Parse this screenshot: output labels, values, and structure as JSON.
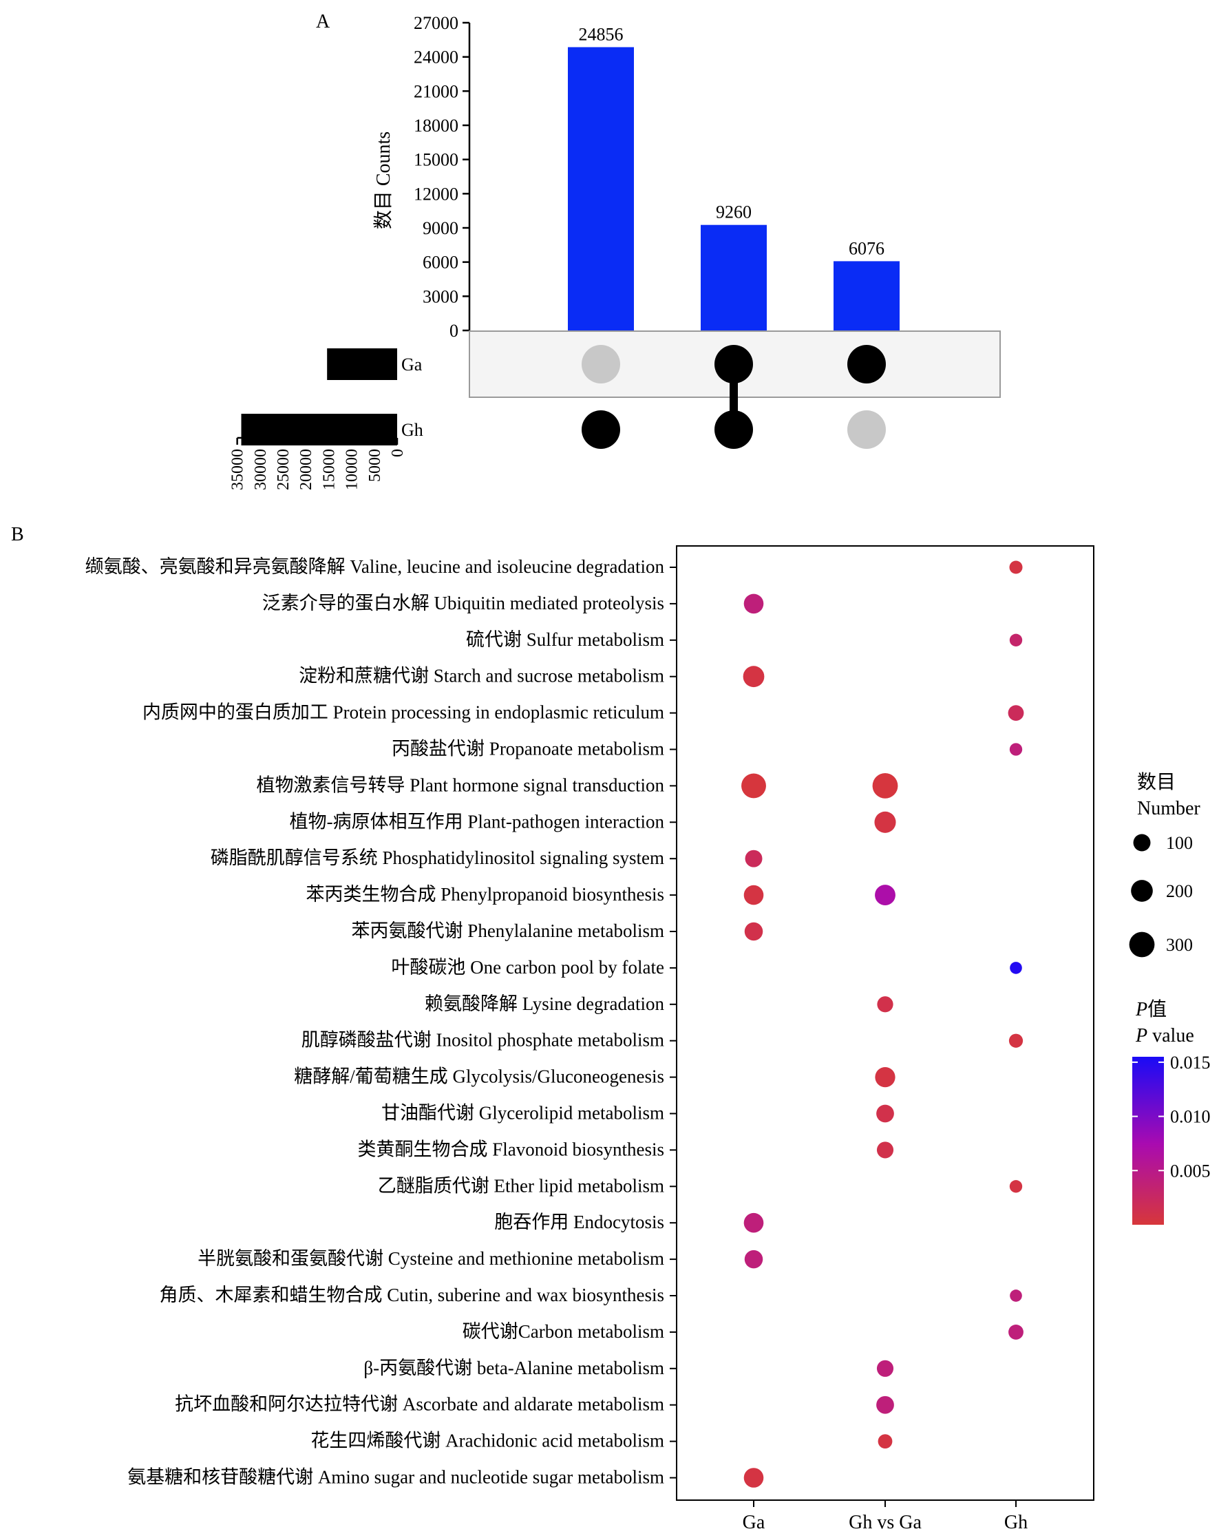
{
  "panel_labels": {
    "a": "A",
    "b": "B"
  },
  "chart_data": [
    {
      "type": "bar",
      "subtype": "upset",
      "ylabel": "数目 Counts",
      "ylim": [
        0,
        27000
      ],
      "yticks": [
        0,
        3000,
        6000,
        9000,
        12000,
        15000,
        18000,
        21000,
        24000,
        27000
      ],
      "intersections": [
        {
          "value": 24856,
          "label": "24856",
          "members": [
            "Gh"
          ]
        },
        {
          "value": 9260,
          "label": "9260",
          "members": [
            "Ga",
            "Gh"
          ]
        },
        {
          "value": 6076,
          "label": "6076",
          "members": [
            "Ga"
          ]
        }
      ],
      "sets": [
        {
          "name": "Ga",
          "size": 15336
        },
        {
          "name": "Gh",
          "size": 34116
        }
      ],
      "set_axis": {
        "ticks": [
          0,
          5000,
          10000,
          15000,
          20000,
          25000,
          30000,
          35000
        ]
      },
      "colors": {
        "bar": "#0A2CF5",
        "set_bar": "#000000",
        "dot_active": "#000000",
        "dot_inactive": "#C8C8C8",
        "matrix_band": "#F4F4F4"
      }
    },
    {
      "type": "scatter",
      "subtype": "bubble",
      "x_categories": [
        "Ga",
        "Gh vs Ga",
        "Gh"
      ],
      "y_categories": [
        "缬氨酸、亮氨酸和异亮氨酸降解 Valine, leucine and isoleucine degradation",
        "泛素介导的蛋白水解 Ubiquitin mediated proteolysis",
        "硫代谢 Sulfur metabolism",
        "淀粉和蔗糖代谢 Starch and sucrose metabolism",
        "内质网中的蛋白质加工 Protein processing in endoplasmic reticulum",
        "丙酸盐代谢 Propanoate metabolism",
        "植物激素信号转导 Plant hormone signal transduction",
        "植物-病原体相互作用 Plant-pathogen interaction",
        "磷脂酰肌醇信号系统 Phosphatidylinositol signaling system",
        "苯丙类生物合成 Phenylpropanoid biosynthesis",
        "苯丙氨酸代谢 Phenylalanine metabolism",
        "叶酸碳池 One carbon pool by folate",
        "赖氨酸降解 Lysine degradation",
        "肌醇磷酸盐代谢 Inositol phosphate metabolism",
        "糖酵解/葡萄糖生成 Glycolysis/Gluconeogenesis",
        "甘油酯代谢 Glycerolipid metabolism",
        "类黄酮生物合成 Flavonoid biosynthesis",
        "乙醚脂质代谢 Ether lipid metabolism",
        "胞吞作用 Endocytosis",
        "半胱氨酸和蛋氨酸代谢 Cysteine and methionine metabolism",
        "角质、木犀素和蜡生物合成 Cutin, suberine and wax biosynthesis",
        "碳代谢Carbon metabolism",
        "β-丙氨酸代谢 beta-Alanine metabolism",
        "抗坏血酸和阿尔达拉特代谢 Ascorbate and aldarate metabolism",
        "花生四烯酸代谢 Arachidonic acid metabolism",
        "氨基糖和核苷酸糖代谢 Amino sugar and nucleotide sugar metabolism"
      ],
      "points": [
        {
          "x": "Gh",
          "y": 0,
          "number": 40,
          "p": 0.0005
        },
        {
          "x": "Ga",
          "y": 1,
          "number": 150,
          "p": 0.004
        },
        {
          "x": "Gh",
          "y": 2,
          "number": 35,
          "p": 0.003
        },
        {
          "x": "Ga",
          "y": 3,
          "number": 185,
          "p": 0.0005
        },
        {
          "x": "Gh",
          "y": 4,
          "number": 75,
          "p": 0.002
        },
        {
          "x": "Gh",
          "y": 5,
          "number": 35,
          "p": 0.004
        },
        {
          "x": "Ga",
          "y": 6,
          "number": 280,
          "p": 0.0001
        },
        {
          "x": "Gh vs Ga",
          "y": 6,
          "number": 300,
          "p": 0.0002
        },
        {
          "x": "Gh vs Ga",
          "y": 7,
          "number": 190,
          "p": 0.0005
        },
        {
          "x": "Ga",
          "y": 8,
          "number": 100,
          "p": 0.002
        },
        {
          "x": "Ga",
          "y": 9,
          "number": 150,
          "p": 0.0005
        },
        {
          "x": "Gh vs Ga",
          "y": 9,
          "number": 170,
          "p": 0.007
        },
        {
          "x": "Ga",
          "y": 10,
          "number": 120,
          "p": 0.001
        },
        {
          "x": "Gh",
          "y": 11,
          "number": 30,
          "p": 0.015
        },
        {
          "x": "Gh vs Ga",
          "y": 12,
          "number": 80,
          "p": 0.001
        },
        {
          "x": "Gh",
          "y": 13,
          "number": 50,
          "p": 0.0005
        },
        {
          "x": "Gh vs Ga",
          "y": 14,
          "number": 160,
          "p": 0.0005
        },
        {
          "x": "Gh vs Ga",
          "y": 15,
          "number": 110,
          "p": 0.001
        },
        {
          "x": "Gh vs Ga",
          "y": 16,
          "number": 90,
          "p": 0.001
        },
        {
          "x": "Gh",
          "y": 17,
          "number": 35,
          "p": 0.0005
        },
        {
          "x": "Ga",
          "y": 18,
          "number": 150,
          "p": 0.004
        },
        {
          "x": "Ga",
          "y": 19,
          "number": 120,
          "p": 0.004
        },
        {
          "x": "Gh",
          "y": 20,
          "number": 30,
          "p": 0.004
        },
        {
          "x": "Gh",
          "y": 21,
          "number": 65,
          "p": 0.004
        },
        {
          "x": "Gh vs Ga",
          "y": 22,
          "number": 90,
          "p": 0.004
        },
        {
          "x": "Gh vs Ga",
          "y": 23,
          "number": 110,
          "p": 0.004
        },
        {
          "x": "Gh vs Ga",
          "y": 24,
          "number": 55,
          "p": 0.0005
        },
        {
          "x": "Ga",
          "y": 25,
          "number": 150,
          "p": 0.0005
        }
      ],
      "legend": {
        "size_title_cn": "数目",
        "size_title_en": "Number",
        "size_values": [
          100,
          200,
          300
        ],
        "size_labels": [
          "100",
          "200",
          "300"
        ],
        "color_title_cn_italic": "P",
        "color_title_cn": "值",
        "color_title_en_italic": "P",
        "color_title_en": " value",
        "color_ticks": [
          0.005,
          0.01,
          0.015
        ],
        "color_tick_labels": [
          "0.005",
          "0.010",
          "0.015"
        ],
        "color_range": [
          0,
          0.0155
        ],
        "colors": {
          "low": "#D7373B",
          "mid": "#A90BB0",
          "high": "#1A0BF6"
        }
      }
    }
  ]
}
